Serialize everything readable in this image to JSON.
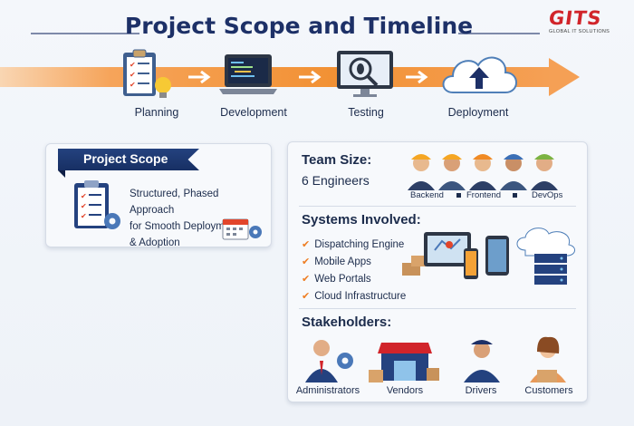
{
  "header": {
    "title": "Project Scope and Timeline"
  },
  "logo": {
    "name": "GITS",
    "tagline": "GLOBAL IT SOLUTIONS"
  },
  "timeline": {
    "stages": [
      {
        "label": "Planning",
        "icon": "clipboard-lightbulb-icon"
      },
      {
        "label": "Development",
        "icon": "laptop-code-icon"
      },
      {
        "label": "Testing",
        "icon": "monitor-bug-icon"
      },
      {
        "label": "Deployment",
        "icon": "cloud-upload-icon"
      }
    ]
  },
  "scope": {
    "heading": "Project Scope",
    "line1": "Structured, Phased Approach",
    "line2": "for Smooth Deployment",
    "line3": "& Adoption"
  },
  "team": {
    "heading": "Team Size:",
    "value": "6 Engineers",
    "roles": [
      "Backend",
      "Frontend",
      "DevOps"
    ]
  },
  "systems": {
    "heading": "Systems Involved:",
    "items": [
      "Dispatching Engine",
      "Mobile Apps",
      "Web Portals",
      "Cloud Infrastructure"
    ]
  },
  "stakeholders": {
    "heading": "Stakeholders:",
    "items": [
      "Administrators",
      "Vendors",
      "Drivers",
      "Customers"
    ]
  },
  "colors": {
    "navy": "#1d3067",
    "orange": "#f29134",
    "brand_red": "#d1242a",
    "check": "#ee7d22"
  }
}
